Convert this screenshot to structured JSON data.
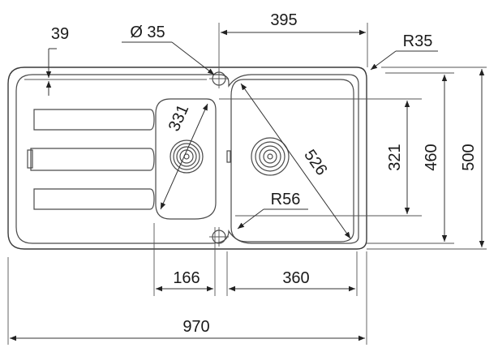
{
  "diagram": {
    "overall_width": "970",
    "overall_depth": "500",
    "main_bowl_width": "395",
    "main_bowl_inner_depth": "460",
    "main_bowl_depth": "321",
    "main_bowl_diagonal": "526",
    "main_bowl_bottom_width": "360",
    "secondary_bowl_width": "166",
    "secondary_bowl_diagonal": "331",
    "drainer_offset": "39",
    "tap_hole_diameter": "Ø 35",
    "corner_radius_outer": "R35",
    "corner_radius_bowl": "R56"
  }
}
